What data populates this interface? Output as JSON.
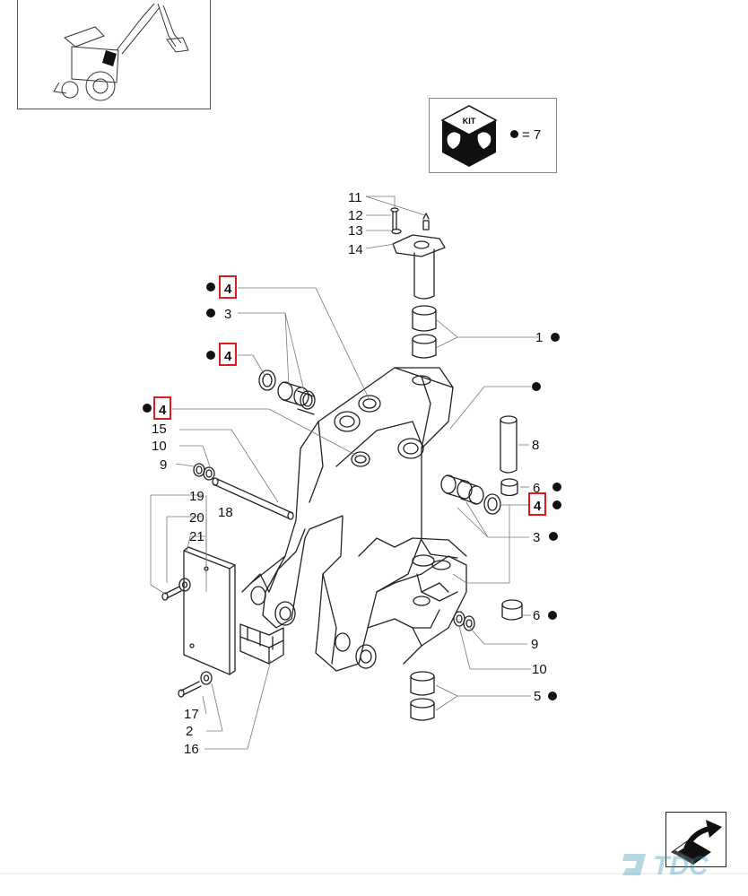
{
  "kit": {
    "label": "KIT",
    "legend_symbol": "●",
    "legend_text": "= 7"
  },
  "watermark": {
    "text": "TDC"
  },
  "callouts": {
    "c11": "11",
    "c12": "12",
    "c13": "13",
    "c14": "14",
    "c4a": "4",
    "c3a": "3",
    "c4b": "4",
    "c4c": "4",
    "c15": "15",
    "c10a": "10",
    "c9a": "9",
    "c19": "19",
    "c20": "20",
    "c18": "18",
    "c21": "21",
    "c17": "17",
    "c2": "2",
    "c16": "16",
    "c1": "1",
    "c8": "8",
    "c6a": "6",
    "c4d": "4",
    "c3b": "3",
    "c6b": "6",
    "c9b": "9",
    "c10b": "10",
    "c5": "5"
  },
  "kit_marked_callouts": [
    "c4a",
    "c3a",
    "c4b",
    "c4c",
    "c1",
    "c6a",
    "c4d",
    "c3b",
    "c6b",
    "c5"
  ],
  "highlighted_callouts": [
    "c4a",
    "c4b",
    "c4c",
    "c4d"
  ],
  "colors": {
    "highlight": "#e01b1b",
    "line": "#222222",
    "leader": "#777777",
    "ink": "#111111"
  }
}
